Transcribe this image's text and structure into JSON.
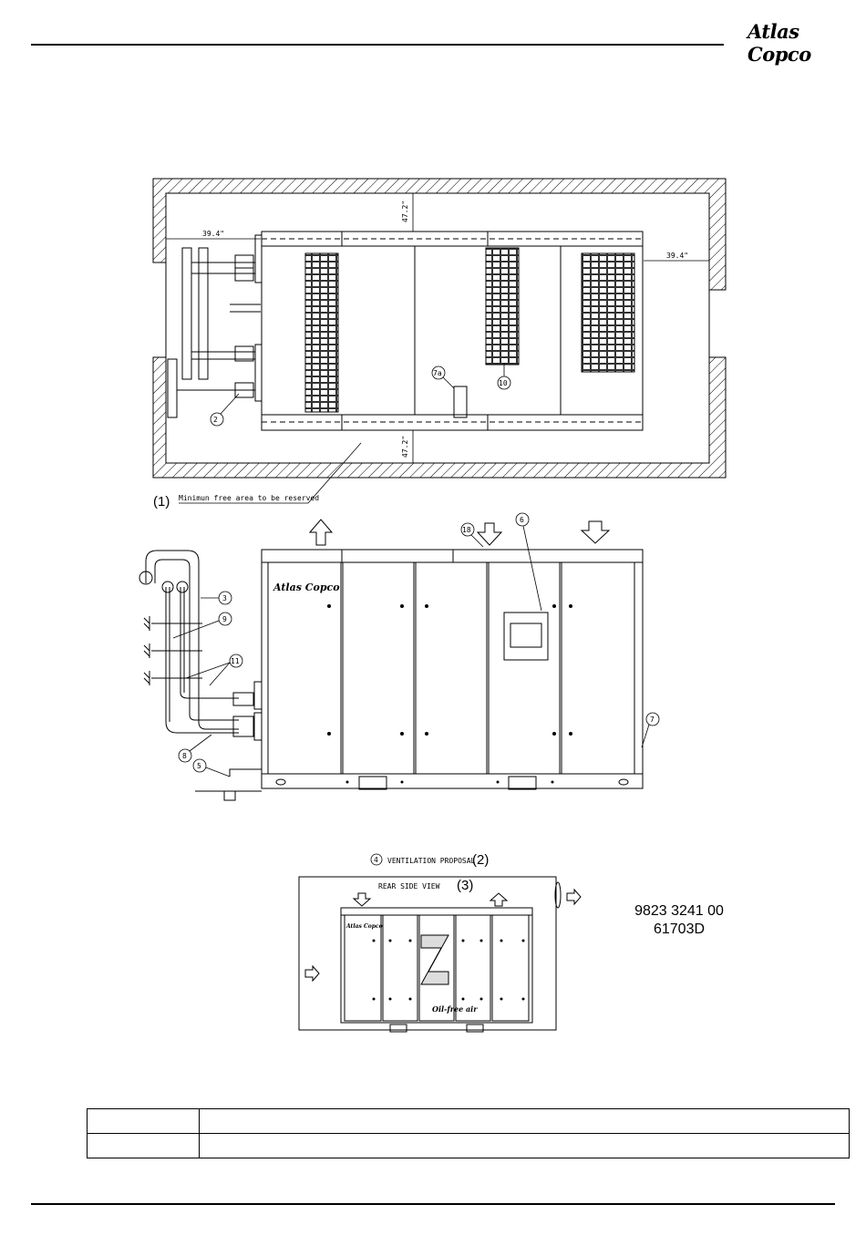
{
  "header": {
    "brand": "Atlas Copco"
  },
  "top_view": {
    "dim_left": "39.4\"",
    "dim_right": "39.4\"",
    "dim_top": "47.2\"",
    "dim_bottom": "47.2\"",
    "callouts": [
      "2",
      "7a",
      "10"
    ],
    "note_marker": "(1)",
    "note_text": "Minimun free area to be reserved"
  },
  "front_view": {
    "callouts": [
      "3",
      "9",
      "11",
      "8",
      "5",
      "6",
      "18",
      "7"
    ],
    "panel_logo": "Atlas Copco"
  },
  "ventilation": {
    "callout": "4",
    "label": "VENTILATION PROPOSAL",
    "marker": "(2)",
    "view_label": "REAR SIDE VIEW",
    "view_marker": "(3)",
    "product_logo": "Oil-free air"
  },
  "document": {
    "number": "9823 3241 00",
    "revision": "61703D"
  },
  "footer_table": {
    "rows": [
      [
        "",
        ""
      ],
      [
        "",
        ""
      ]
    ]
  }
}
